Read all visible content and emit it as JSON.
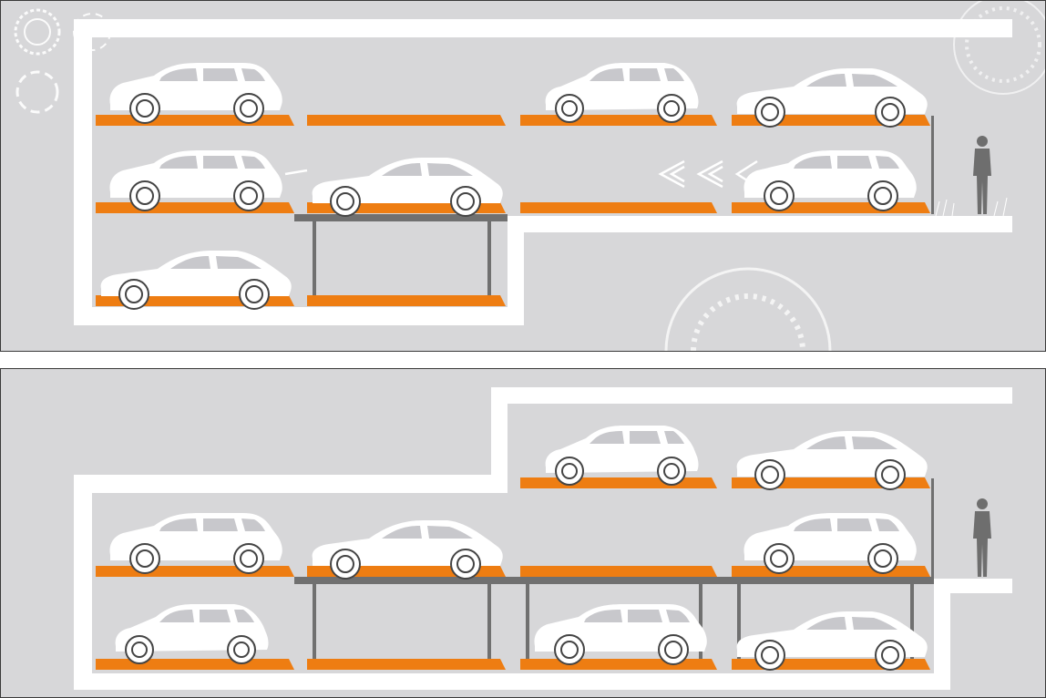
{
  "diagram": {
    "panels": [
      {
        "id": "top",
        "levels": 3,
        "platform_color": "#ee7d12",
        "wall_color": "#ffffff",
        "support_color": "#707070",
        "background_color": "#d7d7d9",
        "indicators": [
          "arrows-left",
          "person-silhouette",
          "decorative-gauges"
        ]
      },
      {
        "id": "bottom",
        "levels": 3,
        "platform_color": "#ee7d12",
        "wall_color": "#ffffff",
        "support_color": "#707070",
        "background_color": "#d7d7d9",
        "indicators": [
          "person-silhouette"
        ]
      }
    ]
  }
}
